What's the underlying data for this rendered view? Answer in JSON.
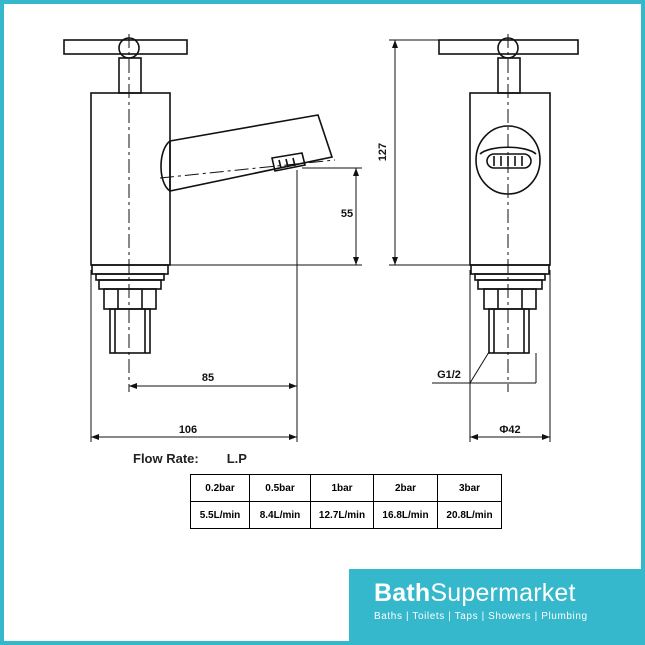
{
  "dimensions": {
    "height_total": "127",
    "spout_height": "55",
    "spout_reach": "85",
    "overall_depth": "106",
    "thread": "G1/2",
    "diameter": "Φ42"
  },
  "flow": {
    "title": "Flow Rate:",
    "pressure_type": "L.P",
    "pressures": [
      "0.2bar",
      "0.5bar",
      "1bar",
      "2bar",
      "3bar"
    ],
    "rates": [
      "5.5L/min",
      "8.4L/min",
      "12.7L/min",
      "16.8L/min",
      "20.8L/min"
    ]
  },
  "brand": {
    "name_bold": "Bath",
    "name_regular": "Supermarket",
    "tagline": "Baths | Toilets | Taps | Showers | Plumbing",
    "color": "#35b8cc"
  }
}
